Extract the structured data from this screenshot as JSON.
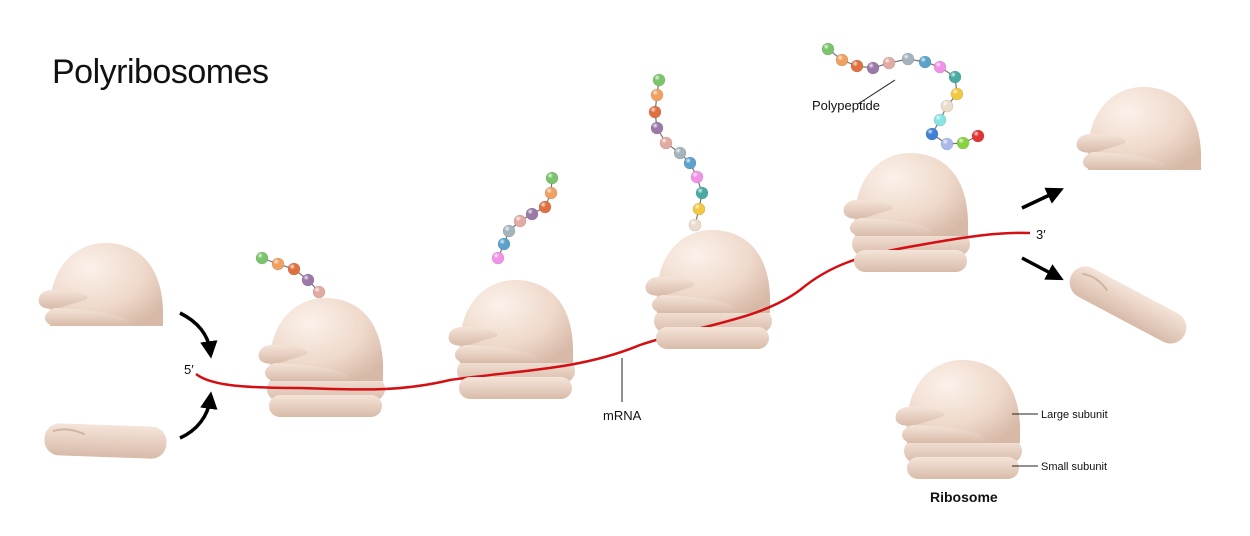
{
  "title": "Polyribosomes",
  "labels": {
    "five_prime": "5′",
    "three_prime": "3′",
    "mrna": "mRNA",
    "polypeptide": "Polypeptide",
    "large_subunit": "Large subunit",
    "small_subunit": "Small subunit",
    "ribosome": "Ribosome"
  },
  "colors": {
    "ribosome": "#efd9cb",
    "ribosome_shade": "#d9bcaa",
    "mrna": "#d40f14",
    "arrow": "#000000"
  },
  "amino_acid_colors": [
    "#7cc46c",
    "#f0a060",
    "#e07040",
    "#9a78a8",
    "#e3aaa2",
    "#a3b4bc",
    "#5aa2cc",
    "#f092e6",
    "#48aaa2",
    "#f2c840",
    "#ecdccc",
    "#88e4e2",
    "#3f7fd6",
    "#aab9ea",
    "#84d43e",
    "#e23232"
  ],
  "chains": [
    {
      "ribosome": 1,
      "length": 5
    },
    {
      "ribosome": 2,
      "length": 8
    },
    {
      "ribosome": 3,
      "length": 11
    },
    {
      "ribosome": 4,
      "length": 16
    }
  ]
}
